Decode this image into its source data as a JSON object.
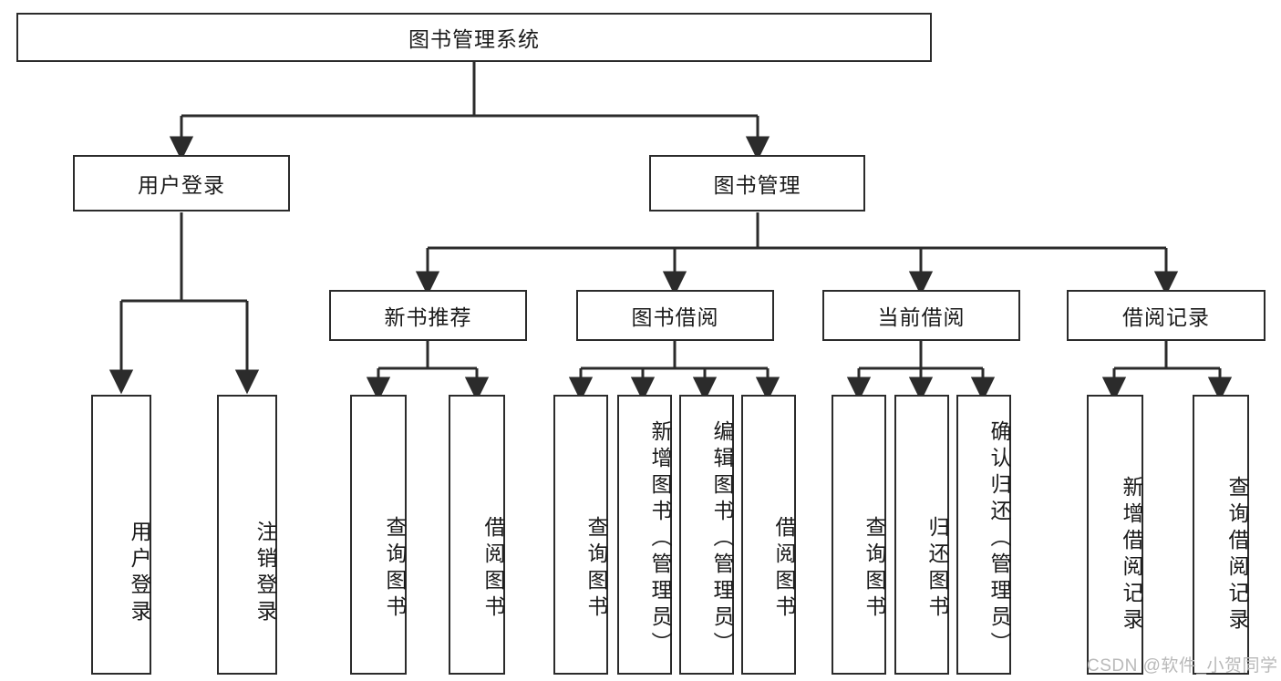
{
  "diagram": {
    "title_root": "图书管理系统",
    "nodes": {
      "root": {
        "label": "图书管理系统"
      },
      "user_login": {
        "label": "用户登录"
      },
      "book_manage": {
        "label": "图书管理"
      },
      "new_book_rec": {
        "label": "新书推荐"
      },
      "book_borrow": {
        "label": "图书借阅"
      },
      "current_borrow": {
        "label": "当前借阅"
      },
      "borrow_record": {
        "label": "借阅记录"
      },
      "leaf_user_login": {
        "label": "用户登录"
      },
      "leaf_logout": {
        "label": "注销登录"
      },
      "leaf_query_book_1": {
        "label": "查询图书"
      },
      "leaf_borrow_book_1": {
        "label": "借阅图书"
      },
      "leaf_query_book_2": {
        "label": "查询图书"
      },
      "leaf_add_book": {
        "label": "新增图书（管理员）"
      },
      "leaf_edit_book": {
        "label": "编辑图书（管理员）"
      },
      "leaf_borrow_book_2": {
        "label": "借阅图书"
      },
      "leaf_query_book_3": {
        "label": "查询图书"
      },
      "leaf_return_book": {
        "label": "归还图书"
      },
      "leaf_confirm_return": {
        "label": "确认归还（管理员）"
      },
      "leaf_add_record": {
        "label": "新增借阅记录"
      },
      "leaf_query_record": {
        "label": "查询借阅记录"
      }
    },
    "watermark": "CSDN @软件_小贺同学",
    "colors": {
      "stroke": "#2b2b2b",
      "fill": "#ffffff",
      "text": "#1a1a1a",
      "watermark": "#b9b9b9"
    }
  }
}
